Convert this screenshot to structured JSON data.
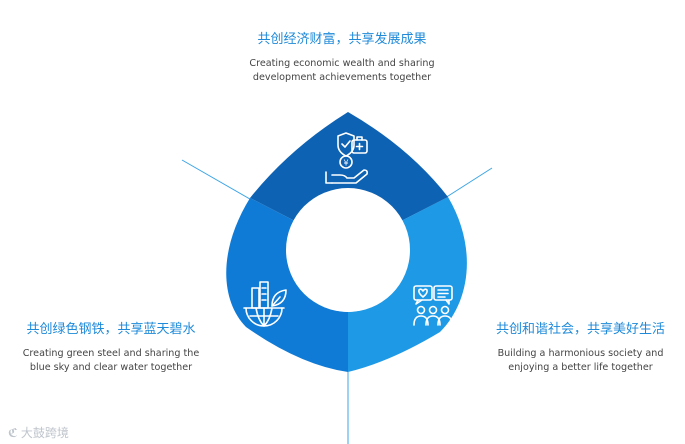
{
  "colors": {
    "top_section": "#0d62b3",
    "left_section": "#0f7bd6",
    "right_section": "#1e99e6",
    "connector_line": "#3aa4e6",
    "title_text": "#1f8ad9",
    "body_text": "#444444"
  },
  "sections": [
    {
      "id": "economic",
      "icon": "shield-coin-hand-icon",
      "title": "共创经济财富，共享发展成果",
      "description_lines": [
        "Creating economic wealth and sharing",
        "development achievements together"
      ]
    },
    {
      "id": "green",
      "icon": "green-factory-globe-icon",
      "title": "共创绿色钢铁，共享蓝天碧水",
      "description_lines": [
        "Creating green steel and sharing the",
        "blue sky and clear water together"
      ]
    },
    {
      "id": "society",
      "icon": "community-chat-icon",
      "title": "共创和谐社会，共享美好生活",
      "description_lines": [
        "Building a harmonious society and",
        "enjoying a better life together"
      ]
    }
  ],
  "watermark": "大鼓跨境"
}
